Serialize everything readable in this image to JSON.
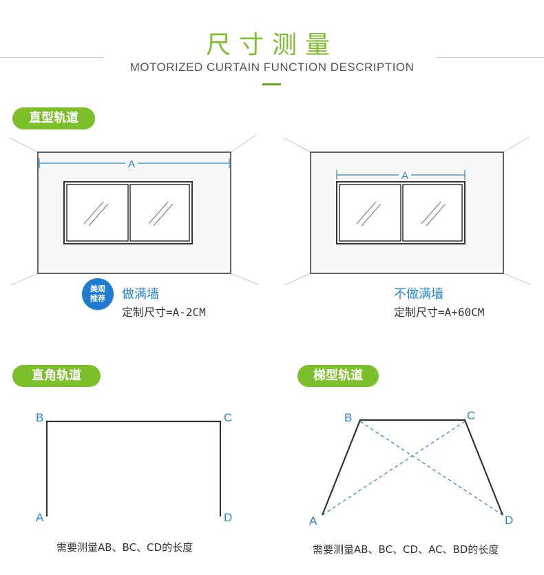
{
  "header": {
    "title": "尺寸测量",
    "subtitle": "MOTORIZED CURTAIN FUNCTION DESCRIPTION"
  },
  "sections": {
    "straight": {
      "label": "直型轨道",
      "full_wall": {
        "dimension_label": "A",
        "badge": [
          "美观",
          "推荐"
        ],
        "caption_title": "做满墙",
        "caption_size": "定制尺寸=A-2CM"
      },
      "not_full_wall": {
        "dimension_label": "A",
        "caption_title": "不做满墙",
        "caption_size": "定制尺寸=A+60CM"
      }
    },
    "right_angle": {
      "label": "直角轨道",
      "points": [
        "A",
        "B",
        "C",
        "D"
      ],
      "note": "需要测量AB、BC、CD的长度"
    },
    "trapezoid": {
      "label": "梯型轨道",
      "points": [
        "A",
        "B",
        "C",
        "D"
      ],
      "note": "需要测量AB、BC、CD、AC、BD的长度"
    }
  },
  "colors": {
    "accent_green": "#7bbf2a",
    "measure_blue": "#2a84d2",
    "line_dark": "#333333"
  }
}
